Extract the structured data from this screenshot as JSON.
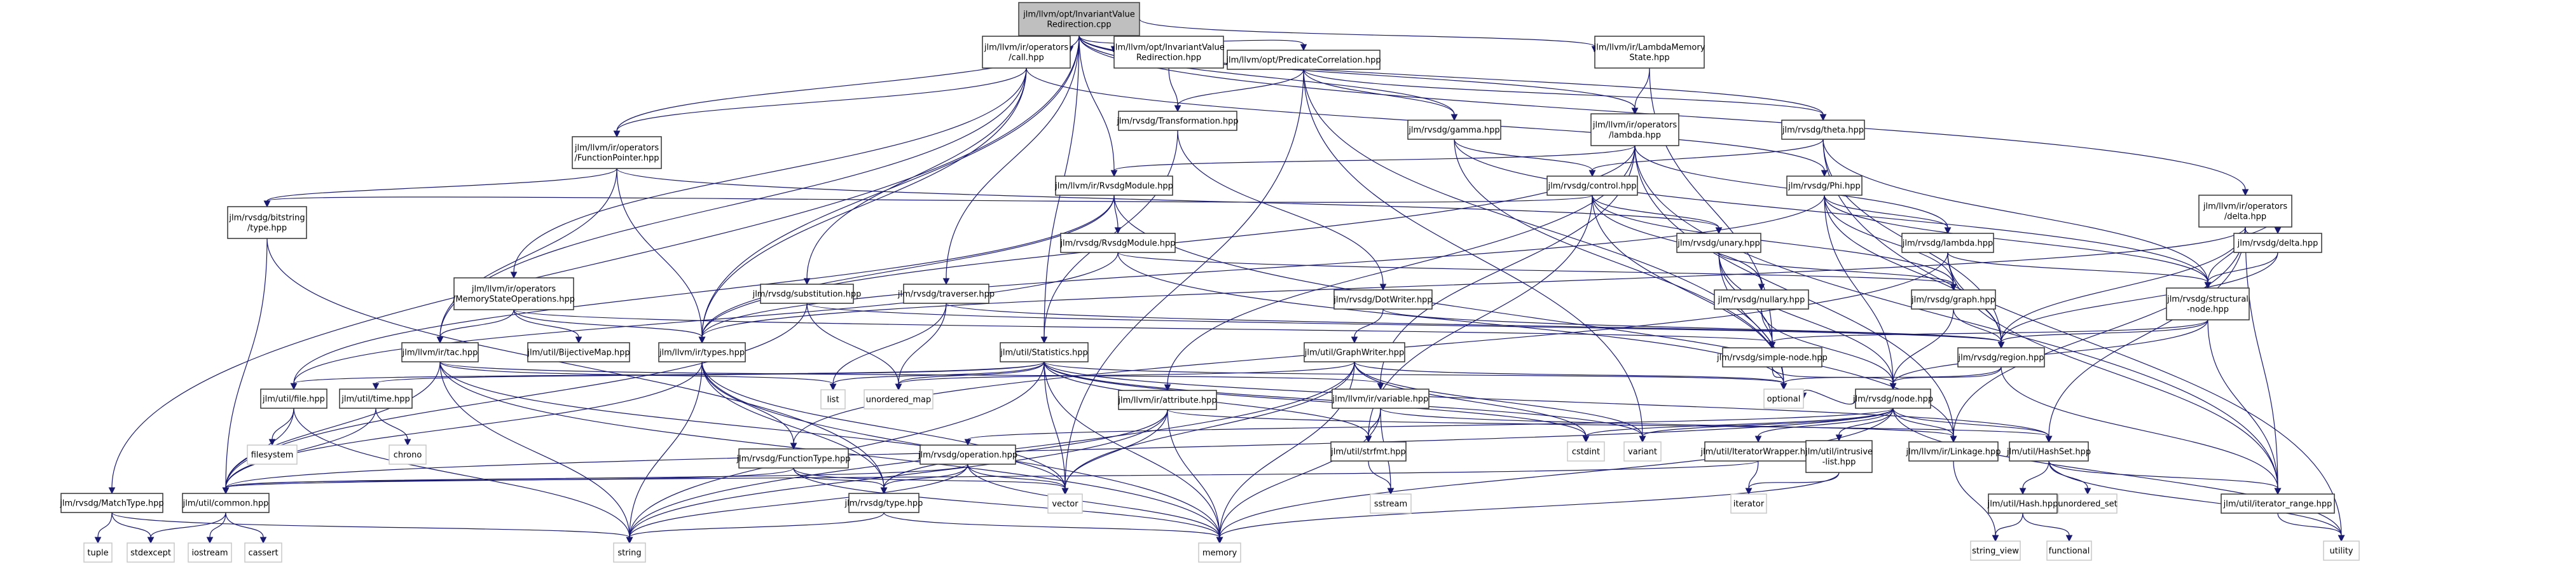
{
  "graph": {
    "title": "Include dependency graph for jlm/llvm/opt/InvariantValueRedirection.cpp",
    "root": "root",
    "colors": {
      "edge": "#191970",
      "root_fill": "#bfbfbf",
      "local_border": "#333333",
      "system_border": "#c8c8c8"
    },
    "nodes": [
      {
        "id": "root",
        "label": [
          "jlm/llvm/opt/InvariantValue",
          "Redirection.cpp"
        ],
        "kind": "root"
      },
      {
        "id": "call",
        "label": [
          "jlm/llvm/ir/operators",
          "/call.hpp"
        ],
        "kind": "local"
      },
      {
        "id": "ivrh",
        "label": [
          "jlm/llvm/opt/InvariantValue",
          "Redirection.hpp"
        ],
        "kind": "local"
      },
      {
        "id": "predcorr",
        "label": [
          "jlm/llvm/opt/PredicateCorrelation.hpp"
        ],
        "kind": "local"
      },
      {
        "id": "lms",
        "label": [
          "jlm/llvm/ir/LambdaMemory",
          "State.hpp"
        ],
        "kind": "local"
      },
      {
        "id": "transf",
        "label": [
          "jlm/rvsdg/Transformation.hpp"
        ],
        "kind": "local"
      },
      {
        "id": "gamma",
        "label": [
          "jlm/rvsdg/gamma.hpp"
        ],
        "kind": "local"
      },
      {
        "id": "oplambda",
        "label": [
          "jlm/llvm/ir/operators",
          "/lambda.hpp"
        ],
        "kind": "local"
      },
      {
        "id": "theta",
        "label": [
          "jlm/rvsdg/theta.hpp"
        ],
        "kind": "local"
      },
      {
        "id": "fptr",
        "label": [
          "jlm/llvm/ir/operators",
          "/FunctionPointer.hpp"
        ],
        "kind": "local"
      },
      {
        "id": "llvmmod",
        "label": [
          "jlm/llvm/ir/RvsdgModule.hpp"
        ],
        "kind": "local"
      },
      {
        "id": "control",
        "label": [
          "jlm/rvsdg/control.hpp"
        ],
        "kind": "local"
      },
      {
        "id": "phi",
        "label": [
          "jlm/rvsdg/Phi.hpp"
        ],
        "kind": "local"
      },
      {
        "id": "opdelta",
        "label": [
          "jlm/llvm/ir/operators",
          "/delta.hpp"
        ],
        "kind": "local"
      },
      {
        "id": "bittype",
        "label": [
          "jlm/rvsdg/bitstring",
          "/type.hpp"
        ],
        "kind": "local"
      },
      {
        "id": "rvmod",
        "label": [
          "jlm/rvsdg/RvsdgModule.hpp"
        ],
        "kind": "local"
      },
      {
        "id": "unary",
        "label": [
          "jlm/rvsdg/unary.hpp"
        ],
        "kind": "local"
      },
      {
        "id": "rlambda",
        "label": [
          "jlm/rvsdg/lambda.hpp"
        ],
        "kind": "local"
      },
      {
        "id": "rdelta",
        "label": [
          "jlm/rvsdg/delta.hpp"
        ],
        "kind": "local"
      },
      {
        "id": "memops",
        "label": [
          "jlm/llvm/ir/operators",
          "/MemoryStateOperations.hpp"
        ],
        "kind": "local"
      },
      {
        "id": "subst",
        "label": [
          "jlm/rvsdg/substitution.hpp"
        ],
        "kind": "local"
      },
      {
        "id": "trav",
        "label": [
          "jlm/rvsdg/traverser.hpp"
        ],
        "kind": "local"
      },
      {
        "id": "dotw",
        "label": [
          "jlm/rvsdg/DotWriter.hpp"
        ],
        "kind": "local"
      },
      {
        "id": "nullary",
        "label": [
          "jlm/rvsdg/nullary.hpp"
        ],
        "kind": "local"
      },
      {
        "id": "graphh",
        "label": [
          "jlm/rvsdg/graph.hpp"
        ],
        "kind": "local"
      },
      {
        "id": "structn",
        "label": [
          "jlm/rvsdg/structural",
          "-node.hpp"
        ],
        "kind": "local"
      },
      {
        "id": "tac",
        "label": [
          "jlm/llvm/ir/tac.hpp"
        ],
        "kind": "local"
      },
      {
        "id": "bimap",
        "label": [
          "jlm/util/BijectiveMap.hpp"
        ],
        "kind": "local"
      },
      {
        "id": "types",
        "label": [
          "jlm/llvm/ir/types.hpp"
        ],
        "kind": "local"
      },
      {
        "id": "stats",
        "label": [
          "jlm/util/Statistics.hpp"
        ],
        "kind": "local"
      },
      {
        "id": "graphw",
        "label": [
          "jlm/util/GraphWriter.hpp"
        ],
        "kind": "local"
      },
      {
        "id": "simple",
        "label": [
          "jlm/rvsdg/simple-node.hpp"
        ],
        "kind": "local"
      },
      {
        "id": "region",
        "label": [
          "jlm/rvsdg/region.hpp"
        ],
        "kind": "local"
      },
      {
        "id": "file",
        "label": [
          "jlm/util/file.hpp"
        ],
        "kind": "local"
      },
      {
        "id": "time",
        "label": [
          "jlm/util/time.hpp"
        ],
        "kind": "local"
      },
      {
        "id": "list",
        "label": [
          "list"
        ],
        "kind": "sys"
      },
      {
        "id": "umap",
        "label": [
          "unordered_map"
        ],
        "kind": "sys"
      },
      {
        "id": "attr",
        "label": [
          "jlm/llvm/ir/attribute.hpp"
        ],
        "kind": "local"
      },
      {
        "id": "variable",
        "label": [
          "jlm/llvm/ir/variable.hpp"
        ],
        "kind": "local"
      },
      {
        "id": "optional",
        "label": [
          "optional"
        ],
        "kind": "sys"
      },
      {
        "id": "node",
        "label": [
          "jlm/rvsdg/node.hpp"
        ],
        "kind": "local"
      },
      {
        "id": "filesystem",
        "label": [
          "filesystem"
        ],
        "kind": "sys"
      },
      {
        "id": "chrono",
        "label": [
          "chrono"
        ],
        "kind": "sys"
      },
      {
        "id": "ftype",
        "label": [
          "jlm/rvsdg/FunctionType.hpp"
        ],
        "kind": "local"
      },
      {
        "id": "operation",
        "label": [
          "jlm/rvsdg/operation.hpp"
        ],
        "kind": "local"
      },
      {
        "id": "strfmt",
        "label": [
          "jlm/util/strfmt.hpp"
        ],
        "kind": "local"
      },
      {
        "id": "cstdint",
        "label": [
          "cstdint"
        ],
        "kind": "sys"
      },
      {
        "id": "variant",
        "label": [
          "variant"
        ],
        "kind": "sys"
      },
      {
        "id": "iterw",
        "label": [
          "jlm/util/IteratorWrapper.hpp"
        ],
        "kind": "local"
      },
      {
        "id": "ilist",
        "label": [
          "jlm/util/intrusive",
          "-list.hpp"
        ],
        "kind": "local"
      },
      {
        "id": "linkage",
        "label": [
          "jlm/llvm/ir/Linkage.hpp"
        ],
        "kind": "local"
      },
      {
        "id": "hashset",
        "label": [
          "jlm/util/HashSet.hpp"
        ],
        "kind": "local"
      },
      {
        "id": "matcht",
        "label": [
          "jlm/rvsdg/MatchType.hpp"
        ],
        "kind": "local"
      },
      {
        "id": "common",
        "label": [
          "jlm/util/common.hpp"
        ],
        "kind": "local"
      },
      {
        "id": "rtype",
        "label": [
          "jlm/rvsdg/type.hpp"
        ],
        "kind": "local"
      },
      {
        "id": "vector",
        "label": [
          "vector"
        ],
        "kind": "sys"
      },
      {
        "id": "sstream",
        "label": [
          "sstream"
        ],
        "kind": "sys"
      },
      {
        "id": "iterator",
        "label": [
          "iterator"
        ],
        "kind": "sys"
      },
      {
        "id": "hash",
        "label": [
          "jlm/util/Hash.hpp"
        ],
        "kind": "local"
      },
      {
        "id": "uset",
        "label": [
          "unordered_set"
        ],
        "kind": "sys"
      },
      {
        "id": "iterrange",
        "label": [
          "jlm/util/iterator_range.hpp"
        ],
        "kind": "local"
      },
      {
        "id": "tuple",
        "label": [
          "tuple"
        ],
        "kind": "sys"
      },
      {
        "id": "stdexcept",
        "label": [
          "stdexcept"
        ],
        "kind": "sys"
      },
      {
        "id": "iostream",
        "label": [
          "iostream"
        ],
        "kind": "sys"
      },
      {
        "id": "cassert",
        "label": [
          "cassert"
        ],
        "kind": "sys"
      },
      {
        "id": "string",
        "label": [
          "string"
        ],
        "kind": "sys"
      },
      {
        "id": "memory",
        "label": [
          "memory"
        ],
        "kind": "sys"
      },
      {
        "id": "string_view",
        "label": [
          "string_view"
        ],
        "kind": "sys"
      },
      {
        "id": "functional",
        "label": [
          "functional"
        ],
        "kind": "sys"
      },
      {
        "id": "utility",
        "label": [
          "utility"
        ],
        "kind": "sys"
      }
    ],
    "edges": [
      [
        "root",
        "call"
      ],
      [
        "root",
        "ivrh"
      ],
      [
        "root",
        "predcorr"
      ],
      [
        "root",
        "lms"
      ],
      [
        "root",
        "gamma"
      ],
      [
        "root",
        "oplambda"
      ],
      [
        "root",
        "theta"
      ],
      [
        "root",
        "fptr"
      ],
      [
        "root",
        "llvmmod"
      ],
      [
        "root",
        "opdelta"
      ],
      [
        "root",
        "stats"
      ],
      [
        "root",
        "trav"
      ],
      [
        "root",
        "types"
      ],
      [
        "root",
        "matcht"
      ],
      [
        "call",
        "fptr"
      ],
      [
        "call",
        "types"
      ],
      [
        "call",
        "tac"
      ],
      [
        "call",
        "memops"
      ],
      [
        "call",
        "phi"
      ],
      [
        "call",
        "subst"
      ],
      [
        "ivrh",
        "transf"
      ],
      [
        "predcorr",
        "transf"
      ],
      [
        "predcorr",
        "gamma"
      ],
      [
        "predcorr",
        "theta"
      ],
      [
        "predcorr",
        "optional"
      ],
      [
        "predcorr",
        "variant"
      ],
      [
        "predcorr",
        "vector"
      ],
      [
        "lms",
        "oplambda"
      ],
      [
        "lms",
        "simple"
      ],
      [
        "transf",
        "stats"
      ],
      [
        "transf",
        "dotw"
      ],
      [
        "gamma",
        "control"
      ],
      [
        "gamma",
        "structn"
      ],
      [
        "gamma",
        "optional"
      ],
      [
        "oplambda",
        "llvmmod"
      ],
      [
        "oplambda",
        "rlambda"
      ],
      [
        "oplambda",
        "types"
      ],
      [
        "oplambda",
        "attr"
      ],
      [
        "oplambda",
        "linkage"
      ],
      [
        "oplambda",
        "variable"
      ],
      [
        "oplambda",
        "iterrange"
      ],
      [
        "theta",
        "structn"
      ],
      [
        "theta",
        "region"
      ],
      [
        "theta",
        "control"
      ],
      [
        "theta",
        "utility"
      ],
      [
        "fptr",
        "bittype"
      ],
      [
        "fptr",
        "types"
      ],
      [
        "fptr",
        "tac"
      ],
      [
        "fptr",
        "unary"
      ],
      [
        "llvmmod",
        "rvmod"
      ],
      [
        "llvmmod",
        "types"
      ],
      [
        "llvmmod",
        "linkage"
      ],
      [
        "llvmmod",
        "file"
      ],
      [
        "control",
        "unary"
      ],
      [
        "control",
        "nullary"
      ],
      [
        "control",
        "bittype"
      ],
      [
        "control",
        "graphh"
      ],
      [
        "control",
        "optional"
      ],
      [
        "control",
        "strfmt"
      ],
      [
        "phi",
        "rlambda"
      ],
      [
        "phi",
        "graphh"
      ],
      [
        "phi",
        "structn"
      ],
      [
        "phi",
        "region"
      ],
      [
        "phi",
        "node"
      ],
      [
        "phi",
        "types"
      ],
      [
        "opdelta",
        "rdelta"
      ],
      [
        "opdelta",
        "structn"
      ],
      [
        "opdelta",
        "region"
      ],
      [
        "opdelta",
        "linkage"
      ],
      [
        "opdelta",
        "types"
      ],
      [
        "opdelta",
        "iterrange"
      ],
      [
        "opdelta",
        "hashset"
      ],
      [
        "bittype",
        "rtype"
      ],
      [
        "bittype",
        "common"
      ],
      [
        "rvmod",
        "graphh"
      ],
      [
        "rvmod",
        "file"
      ],
      [
        "rvmod",
        "optional"
      ],
      [
        "unary",
        "graphh"
      ],
      [
        "unary",
        "simple"
      ],
      [
        "unary",
        "optional"
      ],
      [
        "unary",
        "node"
      ],
      [
        "rlambda",
        "graphh"
      ],
      [
        "rlambda",
        "structn"
      ],
      [
        "rlambda",
        "region"
      ],
      [
        "rlambda",
        "ftype"
      ],
      [
        "rlambda",
        "iterrange"
      ],
      [
        "rdelta",
        "structn"
      ],
      [
        "rdelta",
        "region"
      ],
      [
        "memops",
        "tac"
      ],
      [
        "memops",
        "bimap"
      ],
      [
        "memops",
        "types"
      ],
      [
        "memops",
        "simple"
      ],
      [
        "subst",
        "region"
      ],
      [
        "subst",
        "umap"
      ],
      [
        "subst",
        "common"
      ],
      [
        "trav",
        "region"
      ],
      [
        "trav",
        "list"
      ],
      [
        "trav",
        "umap"
      ],
      [
        "dotw",
        "graphw"
      ],
      [
        "dotw",
        "region"
      ],
      [
        "nullary",
        "simple"
      ],
      [
        "nullary",
        "node"
      ],
      [
        "graphh",
        "region"
      ],
      [
        "graphh",
        "node"
      ],
      [
        "structn",
        "region"
      ],
      [
        "structn",
        "node"
      ],
      [
        "structn",
        "simple"
      ],
      [
        "structn",
        "iterrange"
      ],
      [
        "tac",
        "variable"
      ],
      [
        "tac",
        "list"
      ],
      [
        "tac",
        "common"
      ],
      [
        "tac",
        "memory"
      ],
      [
        "tac",
        "string"
      ],
      [
        "tac",
        "vector"
      ],
      [
        "types",
        "ftype"
      ],
      [
        "types",
        "rtype"
      ],
      [
        "types",
        "vector"
      ],
      [
        "types",
        "memory"
      ],
      [
        "types",
        "string"
      ],
      [
        "types",
        "common"
      ],
      [
        "stats",
        "file"
      ],
      [
        "stats",
        "time"
      ],
      [
        "stats",
        "list"
      ],
      [
        "stats",
        "umap"
      ],
      [
        "stats",
        "optional"
      ],
      [
        "stats",
        "variant"
      ],
      [
        "stats",
        "memory"
      ],
      [
        "stats",
        "vector"
      ],
      [
        "stats",
        "cstdint"
      ],
      [
        "stats",
        "hashset"
      ],
      [
        "stats",
        "strfmt"
      ],
      [
        "stats",
        "string"
      ],
      [
        "graphw",
        "optional"
      ],
      [
        "graphw",
        "umap"
      ],
      [
        "graphw",
        "memory"
      ],
      [
        "graphw",
        "vector"
      ],
      [
        "graphw",
        "string"
      ],
      [
        "graphw",
        "cstdint"
      ],
      [
        "graphw",
        "variant"
      ],
      [
        "simple",
        "node"
      ],
      [
        "simple",
        "optional"
      ],
      [
        "region",
        "node"
      ],
      [
        "region",
        "iterrange"
      ],
      [
        "region",
        "optional"
      ],
      [
        "file",
        "filesystem"
      ],
      [
        "file",
        "common"
      ],
      [
        "file",
        "string"
      ],
      [
        "time",
        "chrono"
      ],
      [
        "time",
        "common"
      ],
      [
        "attr",
        "rtype"
      ],
      [
        "attr",
        "memory"
      ],
      [
        "attr",
        "vector"
      ],
      [
        "attr",
        "hashset"
      ],
      [
        "attr",
        "string"
      ],
      [
        "variable",
        "strfmt"
      ],
      [
        "variable",
        "sstream"
      ],
      [
        "variable",
        "memory"
      ],
      [
        "variable",
        "linkage"
      ],
      [
        "node",
        "operation"
      ],
      [
        "node",
        "iterw"
      ],
      [
        "node",
        "ilist"
      ],
      [
        "node",
        "hashset"
      ],
      [
        "node",
        "linkage"
      ],
      [
        "node",
        "variant"
      ],
      [
        "node",
        "cstdint"
      ],
      [
        "node",
        "common"
      ],
      [
        "node",
        "optional"
      ],
      [
        "node",
        "utility"
      ],
      [
        "node",
        "memory"
      ],
      [
        "ftype",
        "rtype"
      ],
      [
        "ftype",
        "vector"
      ],
      [
        "ftype",
        "memory"
      ],
      [
        "ftype",
        "common"
      ],
      [
        "operation",
        "rtype"
      ],
      [
        "operation",
        "vector"
      ],
      [
        "operation",
        "memory"
      ],
      [
        "operation",
        "string"
      ],
      [
        "operation",
        "common"
      ],
      [
        "strfmt",
        "sstream"
      ],
      [
        "iterw",
        "iterator"
      ],
      [
        "iterw",
        "common"
      ],
      [
        "ilist",
        "iterator"
      ],
      [
        "ilist",
        "memory"
      ],
      [
        "linkage",
        "string_view"
      ],
      [
        "hashset",
        "hash"
      ],
      [
        "hashset",
        "uset"
      ],
      [
        "hashset",
        "iterrange"
      ],
      [
        "hashset",
        "utility"
      ],
      [
        "hash",
        "string_view"
      ],
      [
        "hash",
        "functional"
      ],
      [
        "matcht",
        "tuple"
      ],
      [
        "matcht",
        "stdexcept"
      ],
      [
        "matcht",
        "string"
      ],
      [
        "common",
        "stdexcept"
      ],
      [
        "common",
        "iostream"
      ],
      [
        "common",
        "cassert"
      ],
      [
        "rtype",
        "string"
      ],
      [
        "rtype",
        "memory"
      ],
      [
        "iterrange",
        "utility"
      ]
    ]
  }
}
